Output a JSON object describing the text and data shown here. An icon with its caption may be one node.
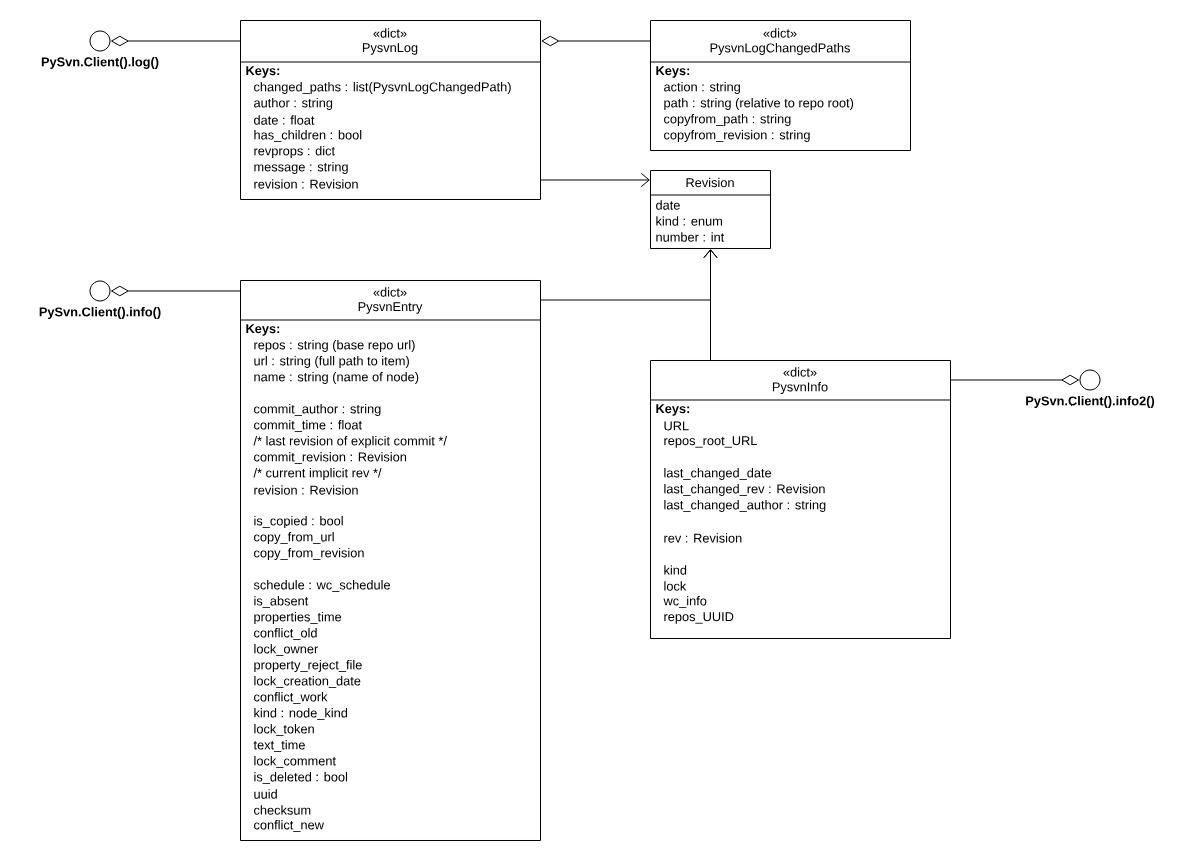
{
  "diagram": {
    "nodes": [
      {
        "text": [
          "PySvn.Client().log()"
        ]
      },
      {
        "text": [
          "«dict»",
          "PysvnLog",
          "Keys:",
          "changed_paths : list(PysvnLogChangedPath)",
          "author : string",
          "date : float",
          "has_children : bool",
          "revprops : dict",
          "message : string",
          "revision : Revision"
        ]
      },
      {
        "text": [
          "«dict»",
          "PysvnLogChangedPaths",
          "Keys:",
          "action : string",
          "path : string (relative to repo root)",
          "copyfrom_path : string",
          "copyfrom_revision : string"
        ]
      },
      {
        "text": [
          "Revision",
          "date",
          "kind : enum",
          "number : int"
        ]
      },
      {
        "text": [
          "PySvn.Client().info()"
        ]
      },
      {
        "text": [
          "«dict»",
          "PysvnEntry",
          "Keys:",
          "repos : string (base repo url)",
          "url : string (full path to item)",
          "name : string (name of node)",
          "commit_author : string",
          "commit_time : float",
          "/* last revision of explicit commit */",
          "commit_revision : Revision",
          "/* current implicit rev */",
          "revision : Revision",
          "is_copied : bool",
          "copy_from_url",
          "copy_from_revision",
          "schedule : wc_schedule",
          "is_absent",
          "properties_time",
          "conflict_old",
          "lock_owner",
          "property_reject_file",
          "lock_creation_date",
          "conflict_work",
          "kind : node_kind",
          "lock_token",
          "text_time",
          "lock_comment",
          "is_deleted : bool",
          "uuid",
          "checksum",
          "conflict_new"
        ]
      },
      {
        "text": [
          "«dict»",
          "PysvnInfo",
          "Keys:",
          "URL",
          "repos_root_URL",
          "last_changed_date",
          "last_changed_rev : Revision",
          "last_changed_author : string",
          "rev : Revision",
          "kind",
          "lock",
          "wc_info",
          "repos_UUID"
        ]
      },
      {
        "text": [
          "PySvn.Client().info2()"
        ]
      }
    ],
    "edges": [
      {
        "from": 0,
        "to": 1,
        "arrow": "other"
      },
      {
        "from": 1,
        "to": 2,
        "arrow": "other"
      },
      {
        "from": 1,
        "to": 3,
        "arrow": "to"
      },
      {
        "from": 4,
        "to": 5,
        "arrow": "other"
      },
      {
        "from": 5,
        "to": 3,
        "arrow": "to"
      },
      {
        "from": 6,
        "to": 3,
        "arrow": "to"
      },
      {
        "from": 7,
        "to": 6,
        "arrow": "other"
      }
    ]
  }
}
